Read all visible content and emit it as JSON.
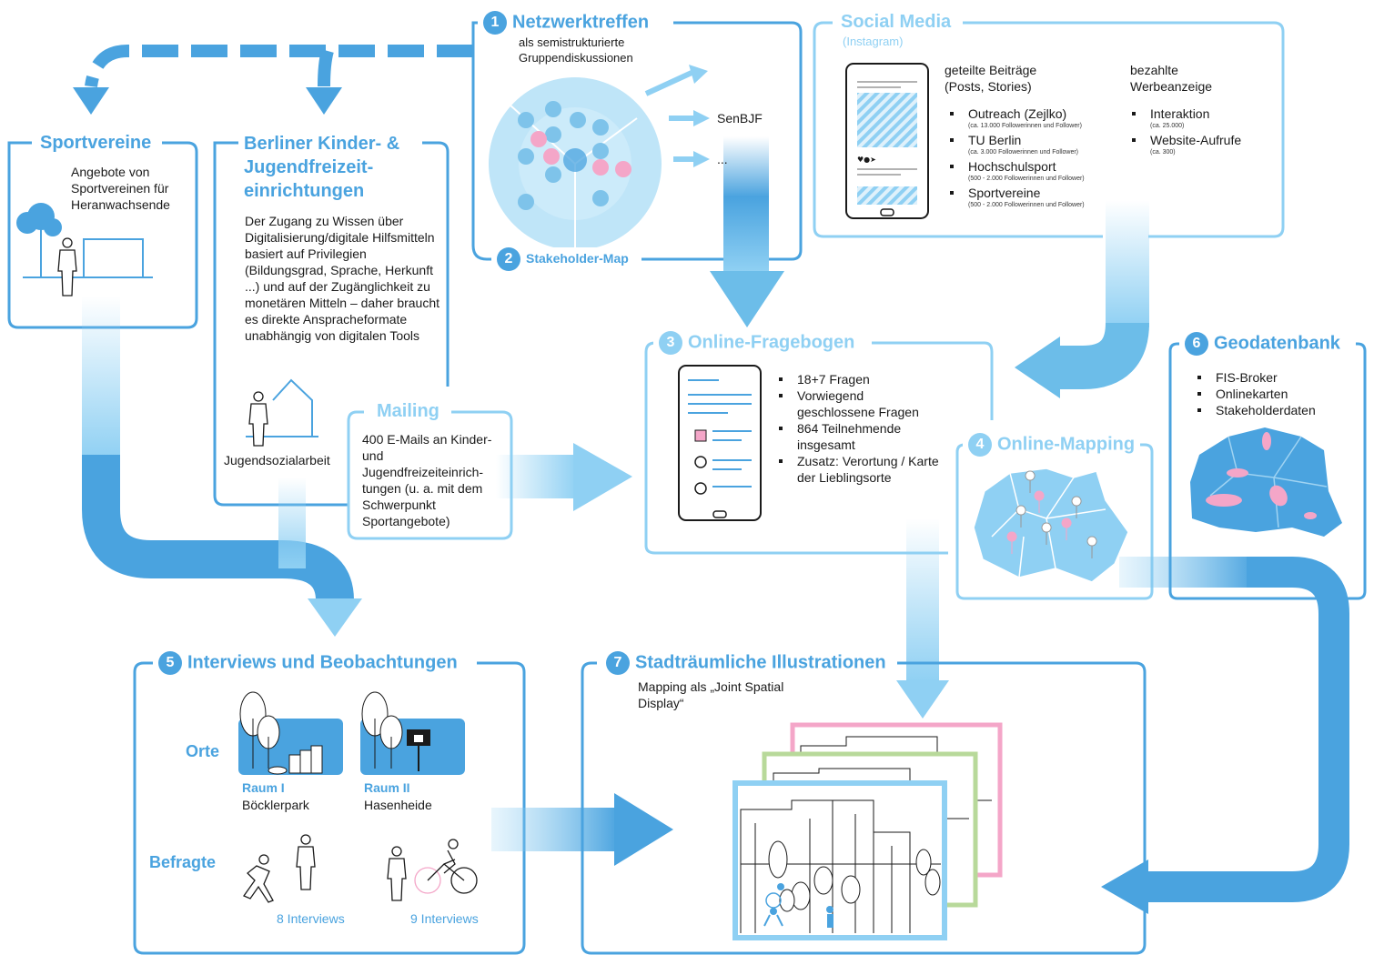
{
  "colors": {
    "accent": "#4aa3df",
    "light": "#8fd0f3",
    "pink": "#f4a6c8",
    "green": "#b8d99a"
  },
  "box1": {
    "num": "1",
    "title": "Netzwerktreffen",
    "subtitle": "als semistrukturierte Gruppendiskussionen",
    "targets": [
      "SenBJF",
      "..."
    ]
  },
  "box2": {
    "num": "2",
    "title": "Stakeholder-Map"
  },
  "social": {
    "title": "Social Media",
    "subtitle": "(Instagram)",
    "col1_head": "geteilte Beiträge (Posts, Stories)",
    "col2_head": "bezahlte Werbeanzeige",
    "col1": [
      {
        "label": "Outreach (Zejlko)",
        "note": "(ca. 13.000 Followerinnen und Follower)"
      },
      {
        "label": "TU Berlin",
        "note": "(ca. 3.000 Followerinnen und Follower)"
      },
      {
        "label": "Hochschulsport",
        "note": "(500 - 2.000 Followerinnen und Follower)"
      },
      {
        "label": "Sportvereine",
        "note": "(500 - 2.000 Followerinnen und Follower)"
      }
    ],
    "col2": [
      {
        "label": "Interaktion",
        "note": "(ca. 25.000)"
      },
      {
        "label": "Website-Aufrufe",
        "note": "(ca. 300)"
      }
    ]
  },
  "sport": {
    "title": "Sportvereine",
    "text": "Angebote von Sportvereinen für Heranwachsende"
  },
  "kjfe": {
    "title": "Berliner Kinder- & Jugendfreizeit-einrichtungen",
    "text": "Der Zugang zu Wissen über Digitalisierung/digitale Hilfsmitteln basiert auf Privilegien (Bildungsgrad, Sprache, Herkunft ...) und auf der Zugänglichkeit zu monetären Mitteln – daher braucht es direkte Ansprache­formate unabhängig von digitalen Tools",
    "caption": "Jugendsozialarbeit"
  },
  "mailing": {
    "title": "Mailing",
    "text": "400 E-Mails an Kinder- und Jugendfreizeiteinrich-tungen (u. a. mit dem Schwerpunkt Sportangebote)"
  },
  "box3": {
    "num": "3",
    "title": "Online-Fragebogen",
    "items": [
      "18+7 Fragen",
      "Vorwiegend geschlossene Fragen",
      "864 Teilnehmende insgesamt",
      "Zusatz: Verortung / Karte der Lieblingsorte"
    ]
  },
  "box4": {
    "num": "4",
    "title": "Online-Mapping"
  },
  "box6": {
    "num": "6",
    "title": "Geodatenbank",
    "items": [
      "FIS-Broker",
      "Onlinekarten",
      "Stakeholderdaten"
    ]
  },
  "box5": {
    "num": "5",
    "title": "Interviews und Beobachtungen",
    "orte": "Orte",
    "befragte": "Befragte",
    "raum1": {
      "label": "Raum I",
      "place": "Böcklerpark",
      "interviews": "8 Interviews"
    },
    "raum2": {
      "label": "Raum II",
      "place": "Hasenheide",
      "interviews": "9 Interviews"
    }
  },
  "box7": {
    "num": "7",
    "title": "Stadträumliche Illustrationen",
    "text": "Mapping als „Joint Spatial Display“"
  }
}
